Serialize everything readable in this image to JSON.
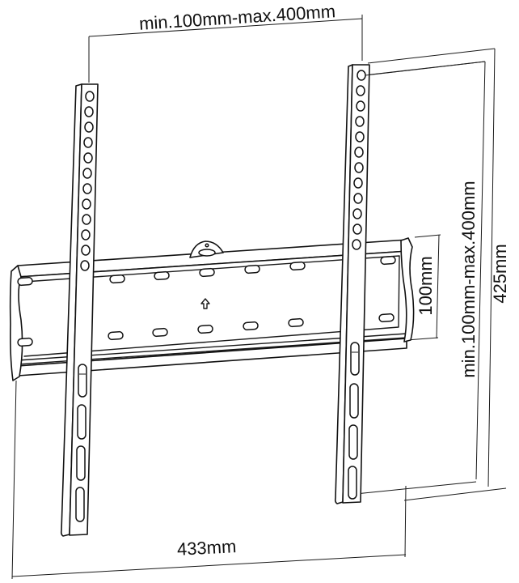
{
  "diagram": {
    "subject": "Fixed flat TV wall mount bracket",
    "colors": {
      "line": "#111111",
      "background": "#ffffff"
    },
    "dimensions": {
      "top_width": {
        "label": "min.100mm-max.400mm"
      },
      "right_vertical": {
        "label": "min.100mm-max.400mm"
      },
      "plate_height": {
        "label": "100mm"
      },
      "overall_height": {
        "label": "425mm"
      },
      "overall_width": {
        "label": "433mm"
      }
    },
    "components": {
      "wall_plate": {
        "slots_per_row": 6,
        "rows": 2,
        "center_arrow": "up-arrow-icon",
        "lock_tab": "lock-tab"
      },
      "left_arm": {
        "round_holes": 12,
        "long_slots": 4
      },
      "right_arm": {
        "round_holes": 12,
        "long_slots": 4
      }
    }
  }
}
